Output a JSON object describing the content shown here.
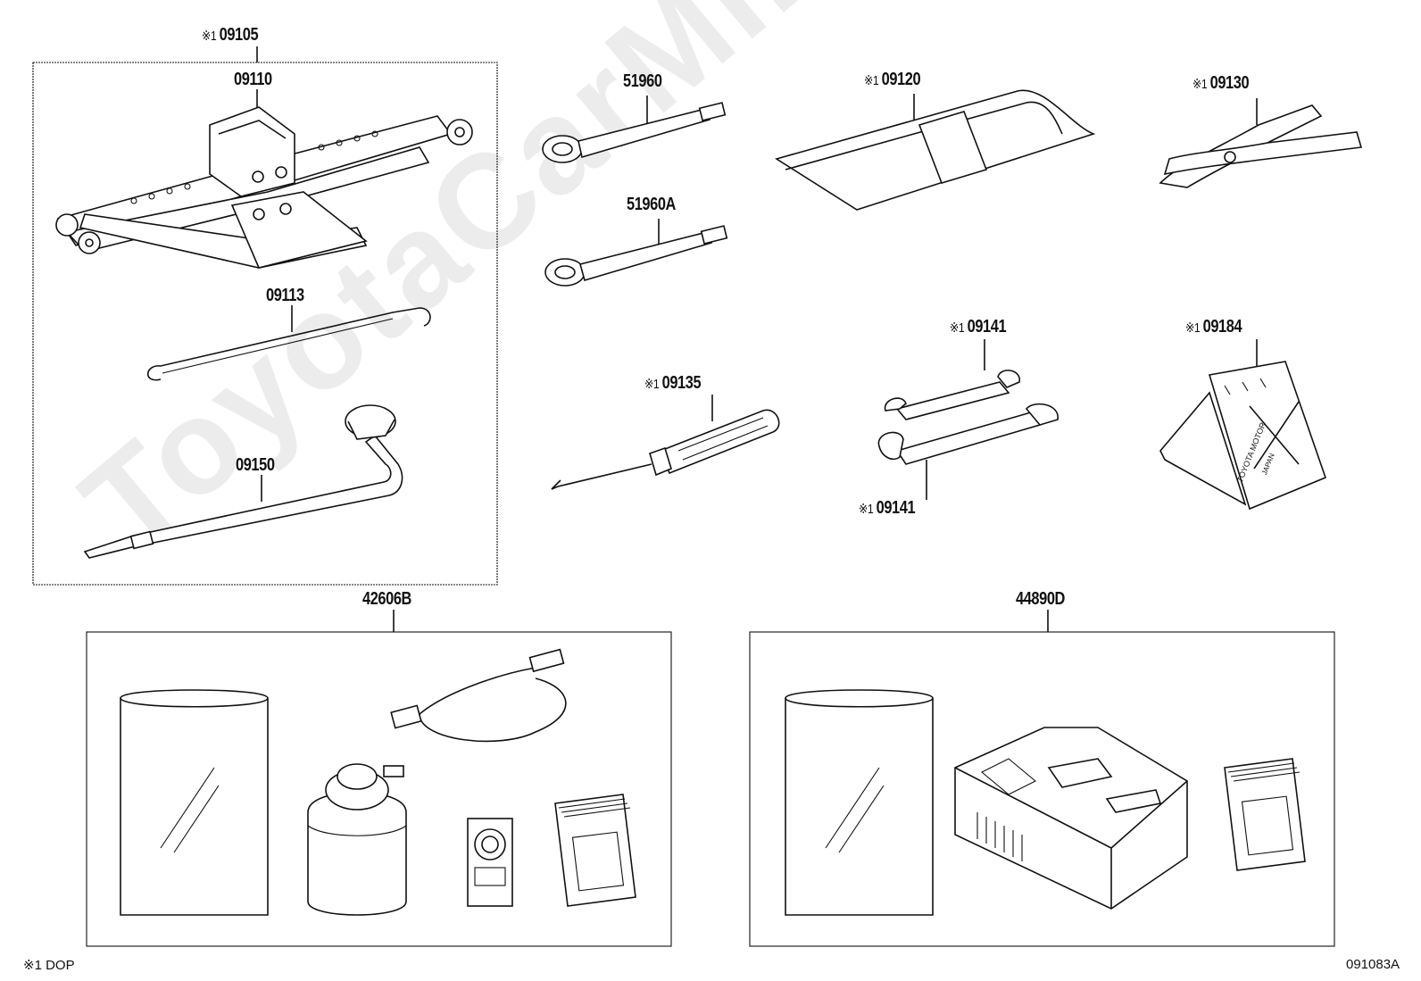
{
  "watermark": "ToyotaCarMine.ru",
  "callout_mark": "※1",
  "labels": {
    "jack_set": "09105",
    "jack": "09110",
    "jack_handle": "09113",
    "wheel_wrench": "09150",
    "towing_eye": "51960",
    "towing_eye_a": "51960A",
    "tool_bag": "09120",
    "pliers": "09130",
    "screwdriver": "09135",
    "wrench_upper": "09141",
    "wrench_lower": "09141",
    "wheel_chock": "09184",
    "repair_kit": "42606B",
    "compressor_kit": "44890D"
  },
  "chock_text": {
    "line1": "TOYOTA MOTOR",
    "line2": "JAPAN"
  },
  "footer": {
    "note": "※1 DOP",
    "figure_id": "091083A"
  }
}
